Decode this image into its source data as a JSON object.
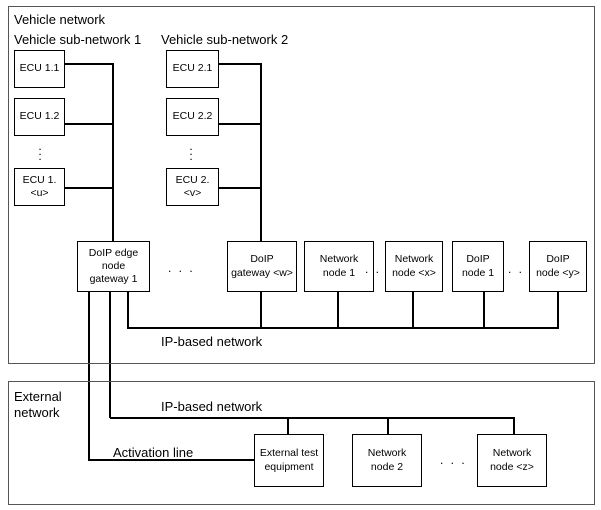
{
  "vehicle_network": {
    "title": "Vehicle network",
    "subnet1_title": "Vehicle sub-network 1",
    "subnet2_title": "Vehicle sub-network 2",
    "subnet1_ecus": [
      "ECU 1.1",
      "ECU 1.2",
      "ECU 1.<u>"
    ],
    "subnet2_ecus": [
      "ECU 2.1",
      "ECU 2.2",
      "ECU 2.<v>"
    ],
    "edge_gateway": "DoIP edge\nnode\ngateway  1",
    "gateway_w": "DoIP\ngateway <w>",
    "network_node_1": "Network\nnode 1",
    "network_node_x": "Network\nnode <x>",
    "doip_node_1": "DoIP\nnode 1",
    "doip_node_y": "DoIP\nnode <y>",
    "ip_network_label": "IP-based network",
    "ellipsis": ". . .",
    "vertical_ellipsis": ".\n.\n."
  },
  "external_network": {
    "title": "External\nnetwork",
    "ip_network_label": "IP-based network",
    "activation_line_label": "Activation line",
    "test_equipment": "External test\nequipment",
    "network_node_2": "Network\nnode  2",
    "network_node_z": "Network\nnode <z>",
    "ellipsis": ". . ."
  }
}
